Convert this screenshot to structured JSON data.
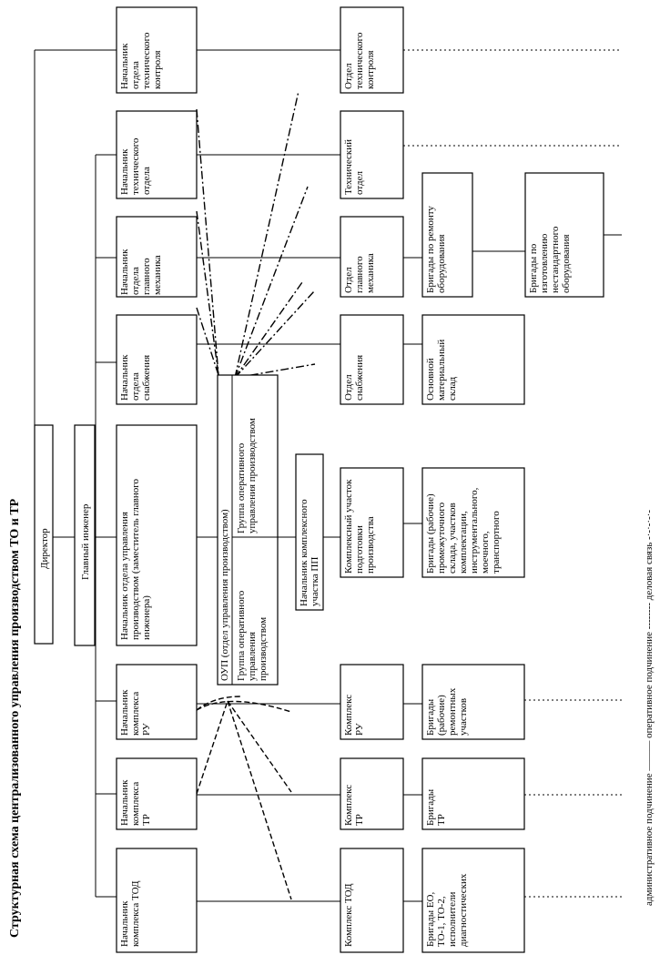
{
  "title": "Структурная схема централизованного управления производством ТО и ТР",
  "boxes": {
    "director": "Директор",
    "chief_engineer": "Главный инженер",
    "head_tech_control": [
      "Начальник",
      "отдела",
      "технического",
      "контроля"
    ],
    "head_tech_dept": [
      "Начальник",
      "технического",
      "отдела"
    ],
    "head_chief_mech": [
      "Начальник",
      "отдела",
      "главного",
      "механика"
    ],
    "head_supply": [
      "Начальник",
      "отдела",
      "снабжения"
    ],
    "head_prod_mgmt": [
      "Начальник отдела управления",
      "производством (заместитель главного",
      "инженера)"
    ],
    "head_complex_ru": [
      "Начальник",
      "комплекса",
      "РУ"
    ],
    "head_complex_tr": [
      "Начальник",
      "комплекса",
      "ТР"
    ],
    "head_complex_tod": [
      "Начальник",
      "комплекса ТОД"
    ],
    "oup": "ОУП (отдел управления производством)",
    "group_left": [
      "Группа оперативного",
      "управления",
      "производством"
    ],
    "group_right": [
      "Группа оперативного",
      "управления производством"
    ],
    "head_pp": [
      "Начальник комплексного",
      "участка ПП"
    ],
    "dept_tech_control": [
      "Отдел",
      "технического",
      "контроля"
    ],
    "tech_dept": [
      "Технический",
      "отдел"
    ],
    "dept_chief_mech": [
      "Отдел",
      "главного",
      "механика"
    ],
    "dept_supply": [
      "Отдел",
      "снабжения"
    ],
    "complex_pp": [
      "Комплексный участок",
      "подготовки",
      "производства"
    ],
    "complex_ru": [
      "Комплекс",
      "РУ"
    ],
    "complex_tr": [
      "Комплекс",
      "ТР"
    ],
    "complex_tod": "Комплекс ТОД",
    "repair_brigades": [
      "Бригады по ремонту",
      "оборудования"
    ],
    "nonstandard_brigades": [
      "Бригады по",
      "изготовлению",
      "нестандартного",
      "оборудования"
    ],
    "main_warehouse": [
      "Основной",
      "материальный",
      "склад"
    ],
    "pp_brigades": [
      "Бригады (рабочие)",
      "промежуточного",
      "склада, участков",
      "комплектации,",
      "инструментального,",
      "моечного,",
      "транспортного"
    ],
    "ru_brigades": [
      "Бригады",
      "(рабочие)",
      "ремонтных",
      "участков"
    ],
    "tr_brigades": [
      "Бригады",
      "ТР"
    ],
    "tod_brigades": [
      "Бригады ЕО,",
      "ТО-1, ТО-2,",
      "исполнители",
      "диагностических"
    ]
  },
  "legend": "административное подчинение ——— оперативное подчинение -------- деловая связь -·-·-·-·-"
}
